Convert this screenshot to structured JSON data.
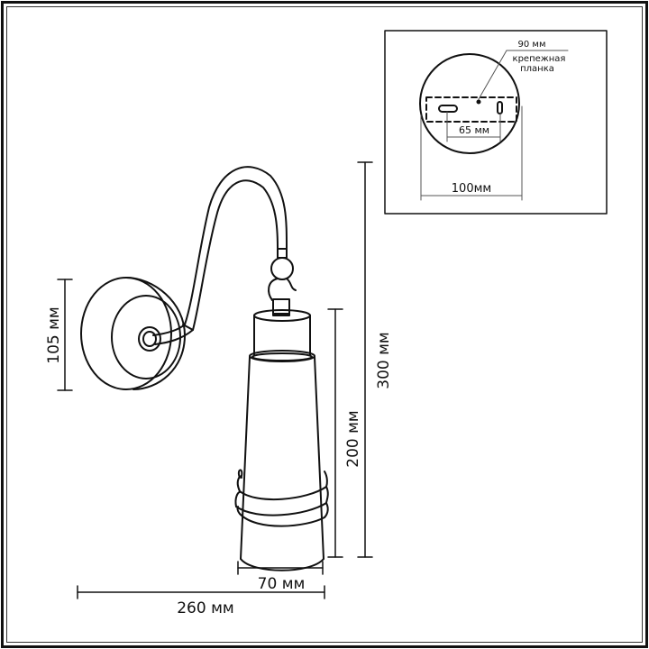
{
  "drawing": {
    "type": "wall lamp technical drawing",
    "stroke_color": "#111111",
    "background": "#ffffff"
  },
  "dimensions": {
    "base_height": "105 мм",
    "total_height": "300 мм",
    "shade_height": "200 мм",
    "shade_width": "70 мм",
    "total_depth": "260 мм"
  },
  "inset": {
    "plate_width": "90 мм",
    "plate_label_line1": "крепежная",
    "plate_label_line2": "планка",
    "hole_spacing": "65 мм",
    "base_diameter": "100мм"
  }
}
